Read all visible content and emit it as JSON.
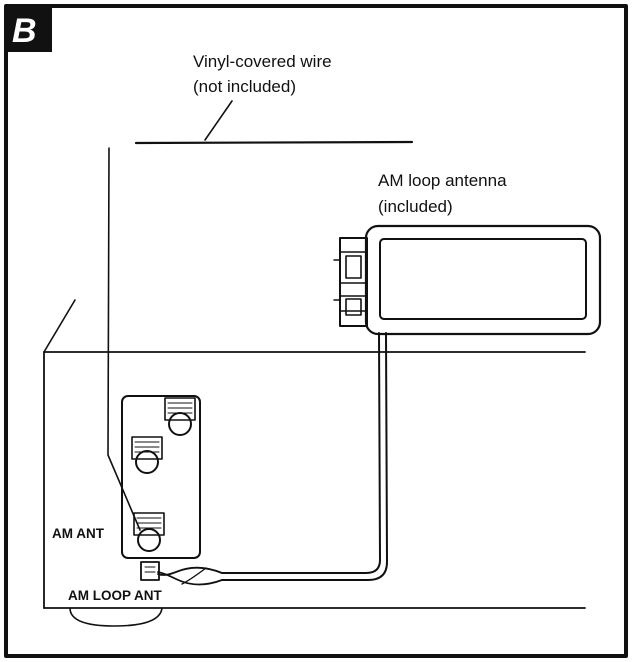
{
  "figure": {
    "badge": "B",
    "labels": {
      "vinyl_wire_line1": "Vinyl-covered wire",
      "vinyl_wire_line2": "(not included)",
      "am_loop_line1": "AM loop antenna",
      "am_loop_line2": "(included)",
      "am_ant": "AM ANT",
      "am_loop_ant": "AM LOOP ANT"
    },
    "colors": {
      "ink": "#111111",
      "paper": "#ffffff"
    }
  }
}
